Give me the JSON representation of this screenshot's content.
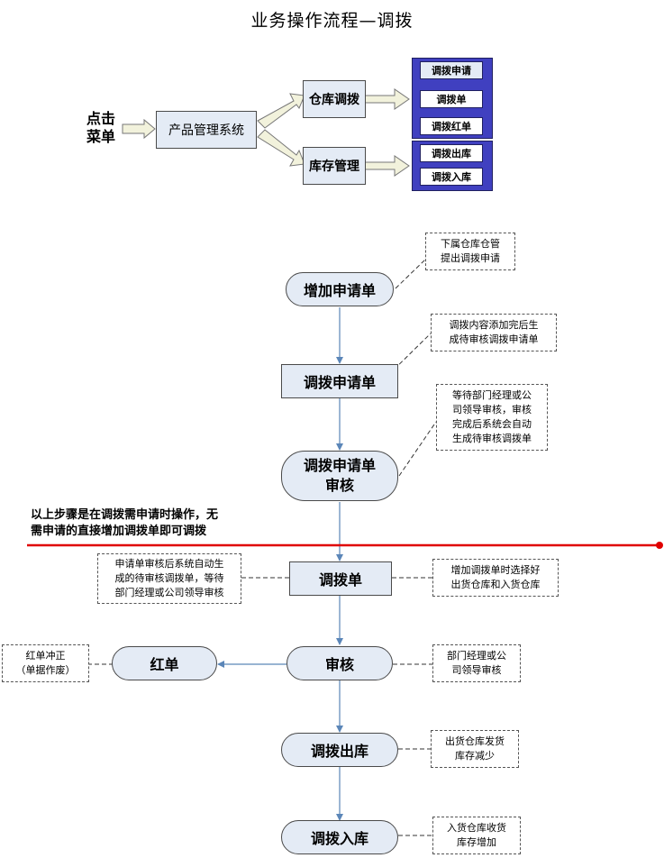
{
  "title": "业务操作流程—调拨",
  "menu": {
    "click_label_1": "点击",
    "click_label_2": "菜单",
    "system": "产品管理系统",
    "warehouse_transfer": "仓库调拨",
    "inventory_mgmt": "库存管理",
    "group1": [
      "调拨申请",
      "调拨单",
      "调拨红单"
    ],
    "group2": [
      "调拨出库",
      "调拨入库"
    ]
  },
  "flow": {
    "add_request": "增加申请单",
    "transfer_request": "调拨申请单",
    "request_review_1": "调拨申请单",
    "request_review_2": "审核",
    "transfer_order": "调拨单",
    "review": "审核",
    "red_order": "红单",
    "transfer_out": "调拨出库",
    "transfer_in": "调拨入库"
  },
  "notes": {
    "n1": "下属仓库仓管\n提出调拨申请",
    "n2": "调拨内容添加完后生\n成待审核调拨申请单",
    "n3": "等待部门经理或公\n司领导审核，审核\n完成后系统会自动\n生成待审核调拨单",
    "n4": "申请单审核后系统自动生\n成的待审核调拨单，等待\n部门经理或公司领导审核",
    "n5": "增加调拨单时选择好\n出货仓库和入货仓库",
    "n6": "红单冲正\n（单据作废）",
    "n7": "部门经理或公\n司领导审核",
    "n8": "出货仓库发货\n库存减少",
    "n9": "入货仓库收货\n库存增加"
  },
  "separator_text": "以上步骤是在调拨需申请时操作，无\n需申请的直接增加调拨单即可调拨",
  "colors": {
    "node_fill": "#e4ebf5",
    "menu_group": "#4040c0",
    "separator": "#e00000",
    "flow_line": "#5b86b8"
  }
}
